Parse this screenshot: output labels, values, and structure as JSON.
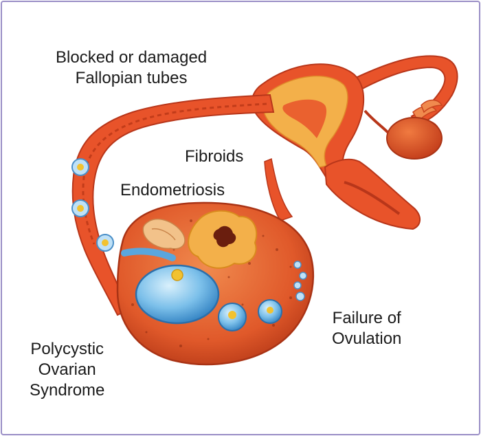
{
  "labels": {
    "tubes": [
      "Blocked or damaged",
      "Fallopian tubes"
    ],
    "fibroids": "Fibroids",
    "endometriosis": "Endometriosis",
    "failure": [
      "Failure of",
      "Ovulation"
    ],
    "pcos": [
      "Polycystic",
      "Ovarian",
      "Syndrome"
    ]
  },
  "colors": {
    "frame": "#9a8fc6",
    "tissue": "#e8532a",
    "tissue_dark": "#b8361a",
    "tissue_light": "#f27a45",
    "lining": "#f3b04a",
    "cyst": "#5aa6dc",
    "cyst_light": "#bfe1f7",
    "follicle": "#f2c230"
  }
}
